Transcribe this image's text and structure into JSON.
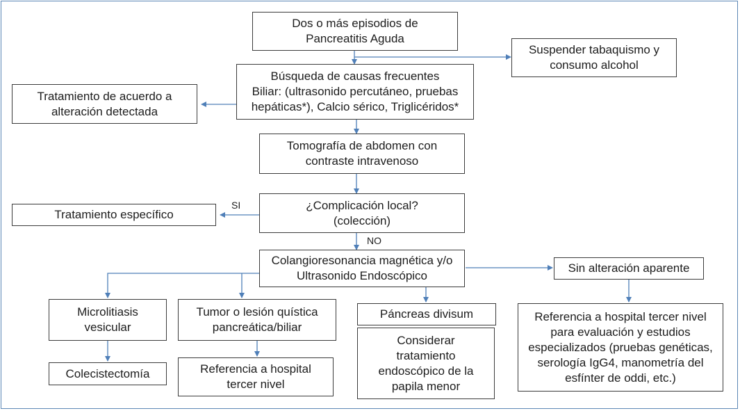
{
  "nodes": {
    "episodes": "Dos o más episodios de\nPancreatitis Aguda",
    "suspend": "Suspender tabaquismo y\nconsumo alcohol",
    "search": "Búsqueda de causas frecuentes\nBiliar: (ultrasonido percutáneo, pruebas\nhepáticas*), Calcio sérico, Triglicéridos*",
    "treat_alteration": "Tratamiento de acuerdo a\nalteración detectada",
    "ct": "Tomografía de abdomen con\ncontraste intravenoso",
    "complication": "¿Complicación local?\n(colección)",
    "specific_treatment": "Tratamiento específico",
    "mrcp": "Colangioresonancia magnética y/o\nUltrasonido Endoscópico",
    "no_alteration": "Sin alteración aparente",
    "microlithiasis": "Microlitiasis\nvesicular",
    "cholecystectomy": "Colecistectomía",
    "tumor": "Tumor o lesión quística\npancreática/biliar",
    "refer_third": "Referencia a hospital\ntercer nivel",
    "divisum": "Páncreas divisum",
    "endoscopic": "Considerar\ntratamiento\nendoscópico de la\npapila menor",
    "refer_specialized": "Referencia a hospital tercer nivel\npara evaluación y estudios\nespecializados (pruebas genéticas,\nserología IgG4, manometría del\nesfínter de oddi, etc.)"
  },
  "edge_labels": {
    "yes": "SI",
    "no": "NO"
  },
  "colors": {
    "arrow": "#4f7fb8",
    "border": "#3a3a3a",
    "frame": "#5b86b5"
  }
}
